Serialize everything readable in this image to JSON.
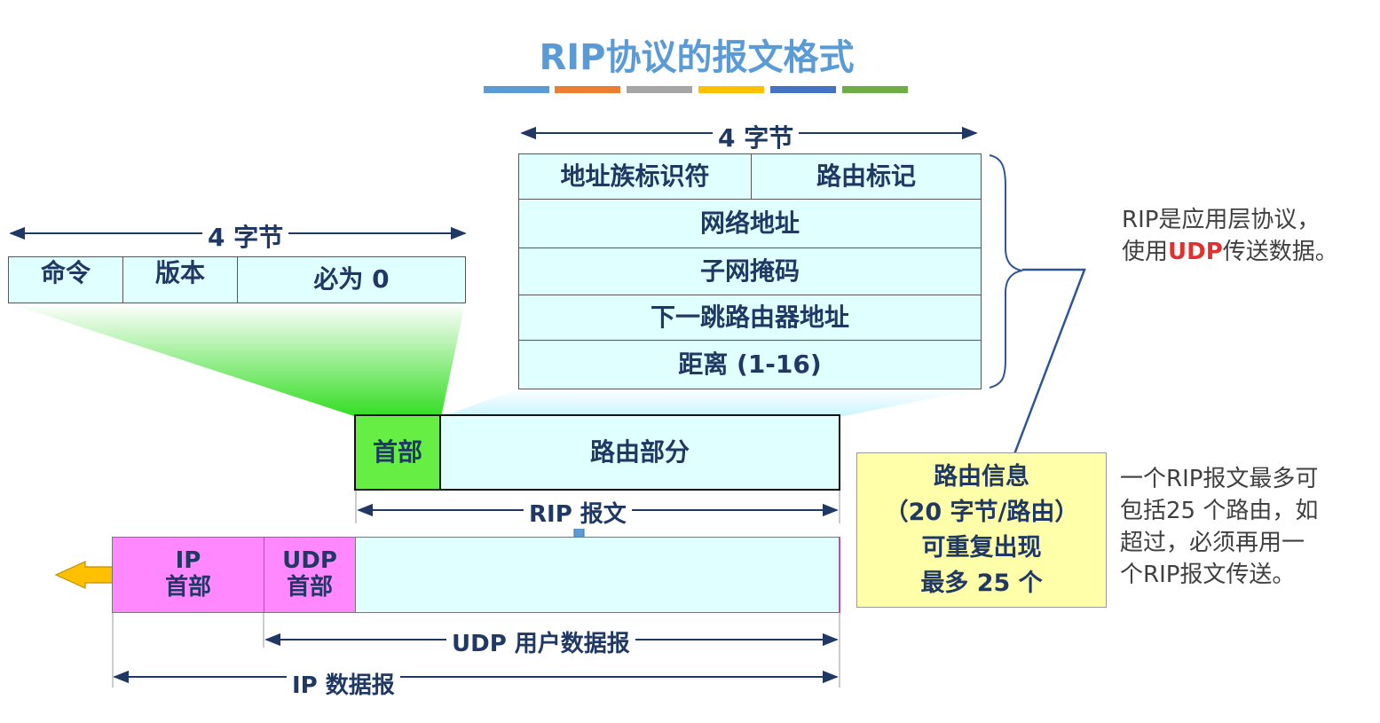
{
  "title": "RIP协议的报文格式",
  "title_bar_colors": [
    "#5b9bd5",
    "#ed7d31",
    "#a5a5a5",
    "#ffc000",
    "#4472c4",
    "#70ad47"
  ],
  "route_entry": {
    "width_label": "4 字节",
    "address_family": "地址族标识符",
    "route_tag": "路由标记",
    "network_address": "网络地址",
    "subnet_mask": "子网掩码",
    "next_hop": "下一跳路由器地址",
    "distance": "距离 (1-16)"
  },
  "header_fields": {
    "width_label": "4 字节",
    "command": "命令",
    "version": "版本",
    "must_be_zero": "必为 0"
  },
  "rip_message": {
    "header": "首部",
    "routing_part": "路由部分",
    "label": "RIP 报文"
  },
  "datagram": {
    "ip_header": "IP\n首部",
    "udp_header": "UDP\n首部",
    "udp_label": "UDP 用户数据报",
    "ip_label": "IP 数据报"
  },
  "routing_info": {
    "line1": "路由信息",
    "line2": "（20 字节/路由）",
    "line3": "可重复出现",
    "line4": "最多 25 个"
  },
  "note_top": {
    "line1": "RIP是应用层协议，",
    "line2_prefix": "使用",
    "line2_highlight": "UDP",
    "line2_suffix": "传送数据。"
  },
  "note_bottom": {
    "line1": "一个RIP报文最多可",
    "line2": "包括25 个路由，如",
    "line3": "超过，必须再用一",
    "line4": "个RIP报文传送。"
  }
}
